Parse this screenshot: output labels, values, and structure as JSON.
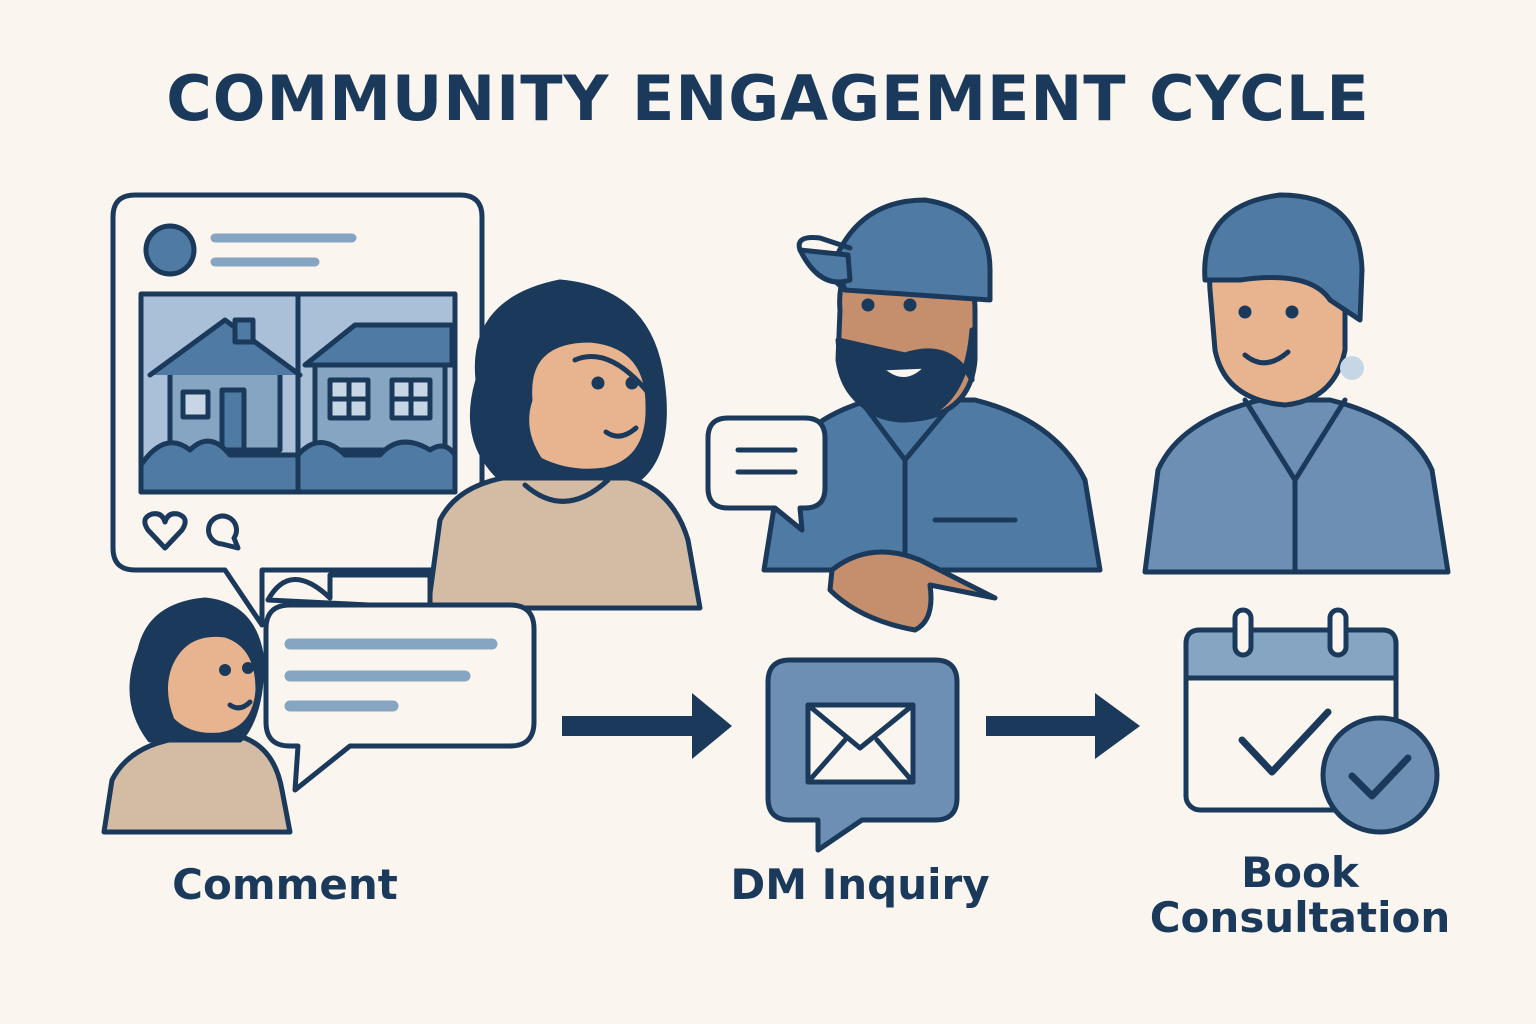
{
  "title": "COMMUNITY ENGAGEMENT CYCLE",
  "steps": [
    {
      "label": "Comment",
      "icon": "comment-bubble-icon"
    },
    {
      "label": "DM Inquiry",
      "icon": "envelope-chat-icon"
    },
    {
      "label": "Book\nConsultation",
      "icon": "calendar-check-icon"
    }
  ],
  "colors": {
    "background": "#faf6ef",
    "navy": "#1b3a5b",
    "blue": "#4f7aa3",
    "light_blue": "#86a5c3",
    "skin": "#e7b48f",
    "tan": "#d3bba4"
  }
}
